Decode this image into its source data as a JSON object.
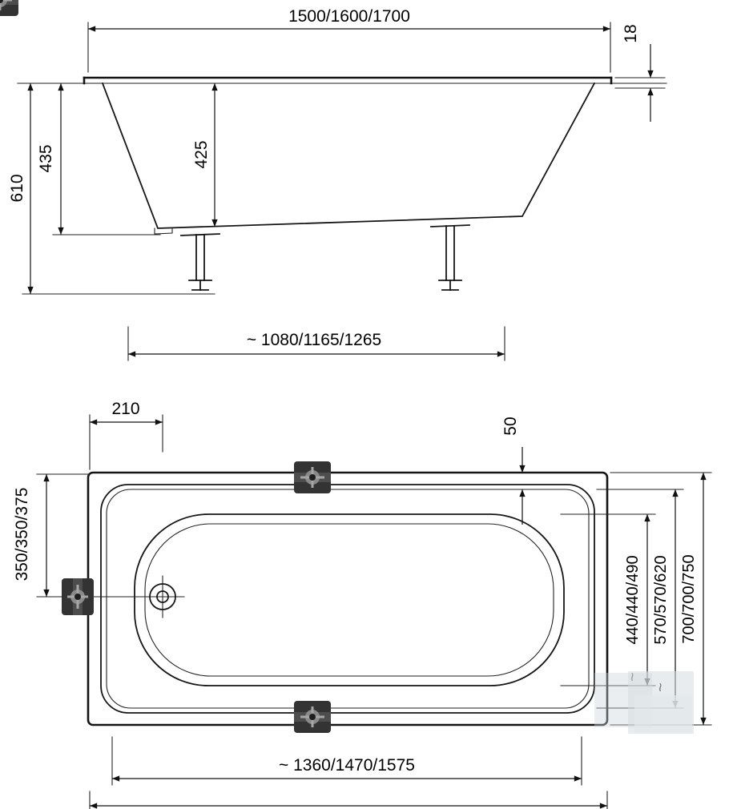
{
  "side_view": {
    "overall_length": "1500/1600/1700",
    "rim_thickness": "18",
    "overall_height": "610",
    "body_height": "435",
    "inner_depth": "425",
    "bottom_length": "~ 1080/1165/1265"
  },
  "plan_view": {
    "drain_offset": "210",
    "rim_width": "50",
    "half_width": "350/350/375",
    "basin_width": "440/440/490",
    "inner_rim_width": "570/570/620",
    "overall_width": "700/700/750",
    "inner_length": "~ 1360/1470/1575",
    "approx_symbol": "~"
  }
}
